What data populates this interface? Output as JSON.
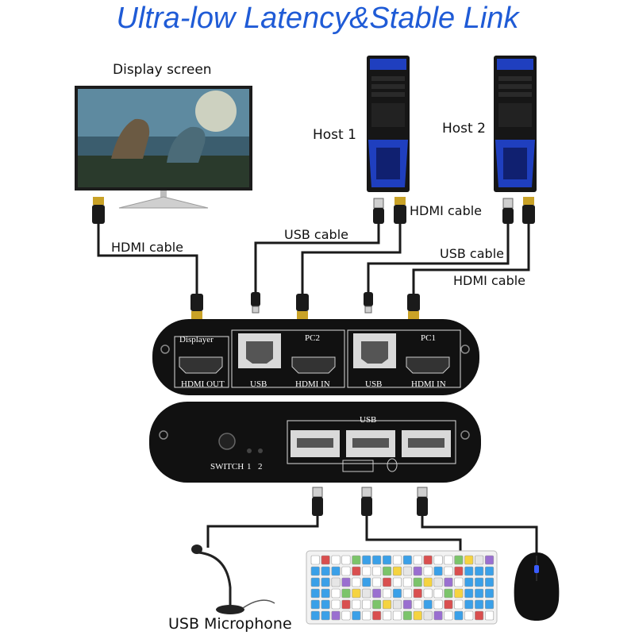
{
  "title": "Ultra-low Latency&Stable Link",
  "labels": {
    "display_screen": "Display screen",
    "host1": "Host 1",
    "host2": "Host 2",
    "hdmi_cable_display": "HDMI cable",
    "usb_cable_host1": "USB cable",
    "hdmi_cable_host1": "HDMI cable",
    "usb_cable_host2": "USB cable",
    "hdmi_cable_host2": "HDMI cable",
    "usb_microphone": "USB Microphone"
  },
  "switch_back": {
    "displayer": "Displayer",
    "hdmi_out": "HDMI OUT",
    "pc2": "PC2",
    "usb_a": "USB",
    "hdmi_in_a": "HDMI IN",
    "pc1": "PC1",
    "usb_b": "USB",
    "hdmi_in_b": "HDMI IN"
  },
  "switch_front": {
    "usb_group": "USB",
    "switch": "SWITCH",
    "led1": "1",
    "led2": "2"
  },
  "colors": {
    "title": "#1f5bd6",
    "device": "#111111",
    "case_blue": "#1f3fbf",
    "cable": "#222222"
  }
}
